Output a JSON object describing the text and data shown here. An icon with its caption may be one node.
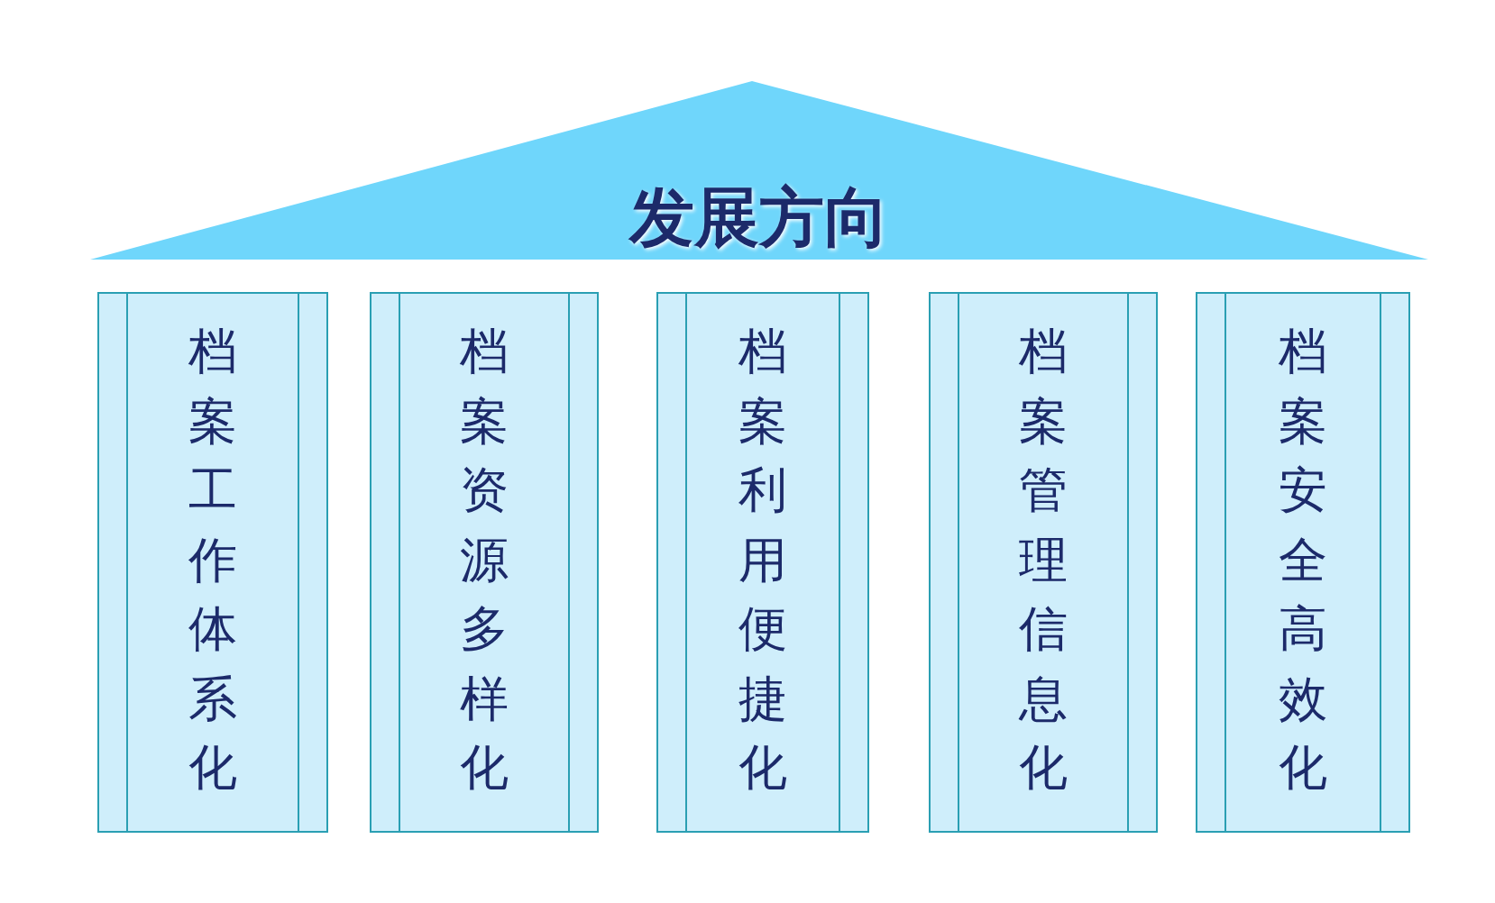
{
  "diagram": {
    "nodes": [
      {
        "text": [
          "发展方向"
        ]
      },
      {
        "text": [
          "档案工作体系化"
        ]
      },
      {
        "text": [
          "档案资源多样化"
        ]
      },
      {
        "text": [
          "档案利用便捷化"
        ]
      },
      {
        "text": [
          "档案管理信息化"
        ]
      },
      {
        "text": [
          "档案安全高效化"
        ]
      }
    ],
    "edges": []
  }
}
